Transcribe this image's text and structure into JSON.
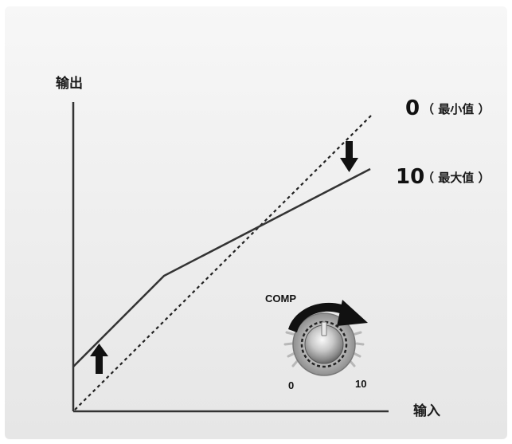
{
  "labels": {
    "y_axis": "输出",
    "x_axis": "输入",
    "curve_min_value": "0",
    "curve_min_note": "（ 最小值 ）",
    "curve_max_value": "10",
    "curve_max_note": "（ 最大值 ）"
  },
  "knob": {
    "title": "COMP",
    "min_label": "0",
    "max_label": "10"
  },
  "colors": {
    "line": "#333333",
    "panel": "#efefef",
    "arrow": "#111111"
  }
}
